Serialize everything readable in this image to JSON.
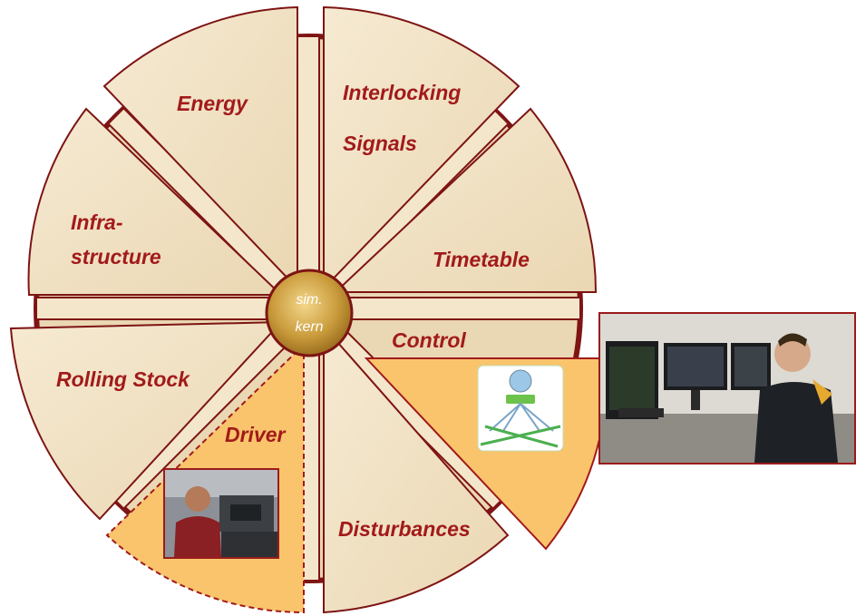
{
  "colors": {
    "segment_fill": "#f2e3c6",
    "segment_stroke": "#7e1414",
    "highlight_fill": "#f9c46c",
    "label_text": "#a21a1a",
    "hub_fill": "#c79a3a"
  },
  "hub": {
    "line1": "sim.",
    "line2": "kern"
  },
  "segments": {
    "energy": "Energy",
    "interlocking": "Interlocking",
    "signals": "Signals",
    "timetable": "Timetable",
    "infrastructure_1": "Infra-",
    "infrastructure_2": "structure",
    "control": "Control",
    "rolling_stock": "Rolling Stock",
    "driver": "Driver",
    "disturbances": "Disturbances"
  },
  "images": {
    "driver_photo": "photo-of-train-driver-in-cab",
    "control_icon": "control-system-network-icon",
    "control_room_photo": "photo-of-dispatcher-at-monitors"
  }
}
